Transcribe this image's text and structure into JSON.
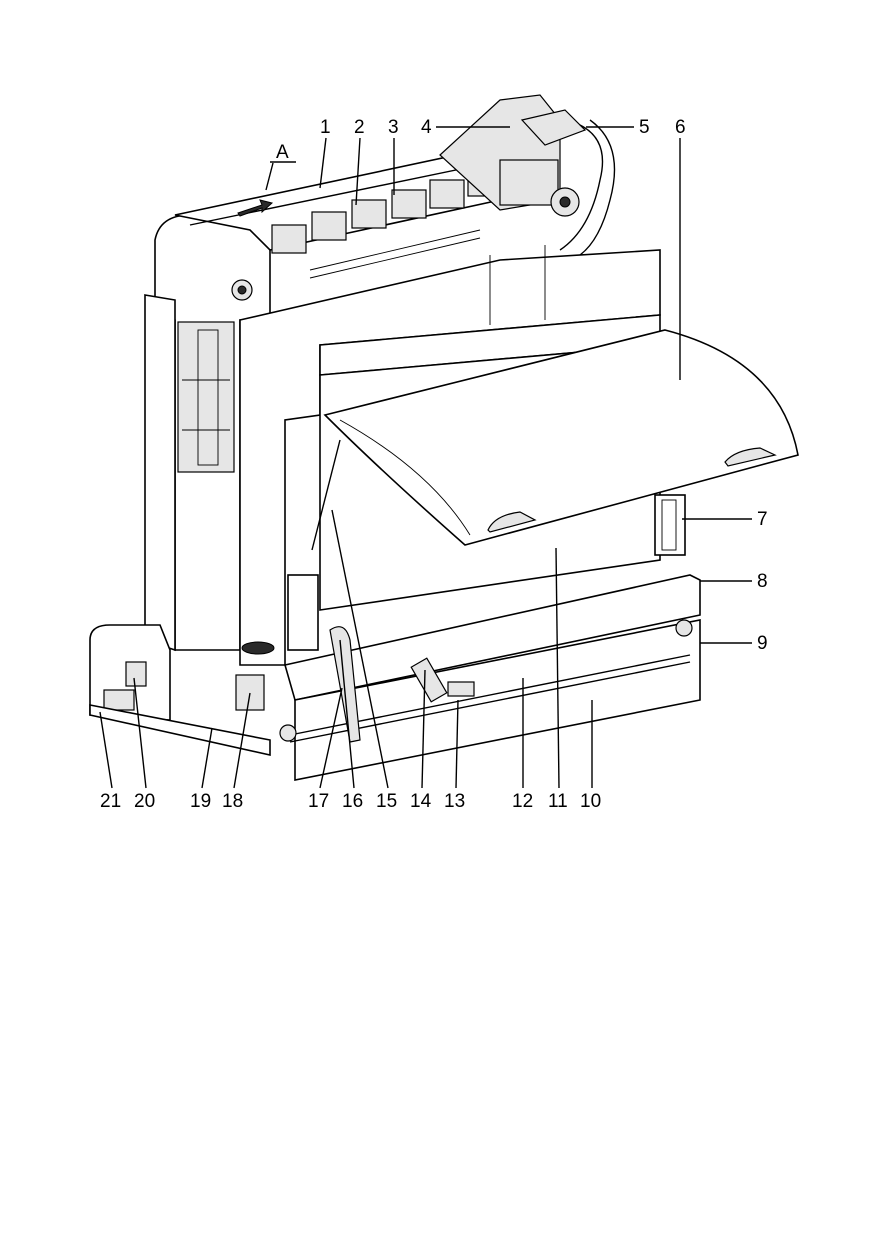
{
  "figure": {
    "view_marker": "A",
    "callouts": [
      {
        "id": "1",
        "text": "1"
      },
      {
        "id": "2",
        "text": "2"
      },
      {
        "id": "3",
        "text": "3"
      },
      {
        "id": "4",
        "text": "4"
      },
      {
        "id": "5",
        "text": "5"
      },
      {
        "id": "6",
        "text": "6"
      },
      {
        "id": "7",
        "text": "7"
      },
      {
        "id": "8",
        "text": "8"
      },
      {
        "id": "9",
        "text": "9"
      },
      {
        "id": "10",
        "text": "10"
      },
      {
        "id": "11",
        "text": "11"
      },
      {
        "id": "12",
        "text": "12"
      },
      {
        "id": "13",
        "text": "13"
      },
      {
        "id": "14",
        "text": "14"
      },
      {
        "id": "15",
        "text": "15"
      },
      {
        "id": "16",
        "text": "16"
      },
      {
        "id": "17",
        "text": "17"
      },
      {
        "id": "18",
        "text": "18"
      },
      {
        "id": "19",
        "text": "19"
      },
      {
        "id": "20",
        "text": "20"
      },
      {
        "id": "21",
        "text": "21"
      }
    ]
  }
}
